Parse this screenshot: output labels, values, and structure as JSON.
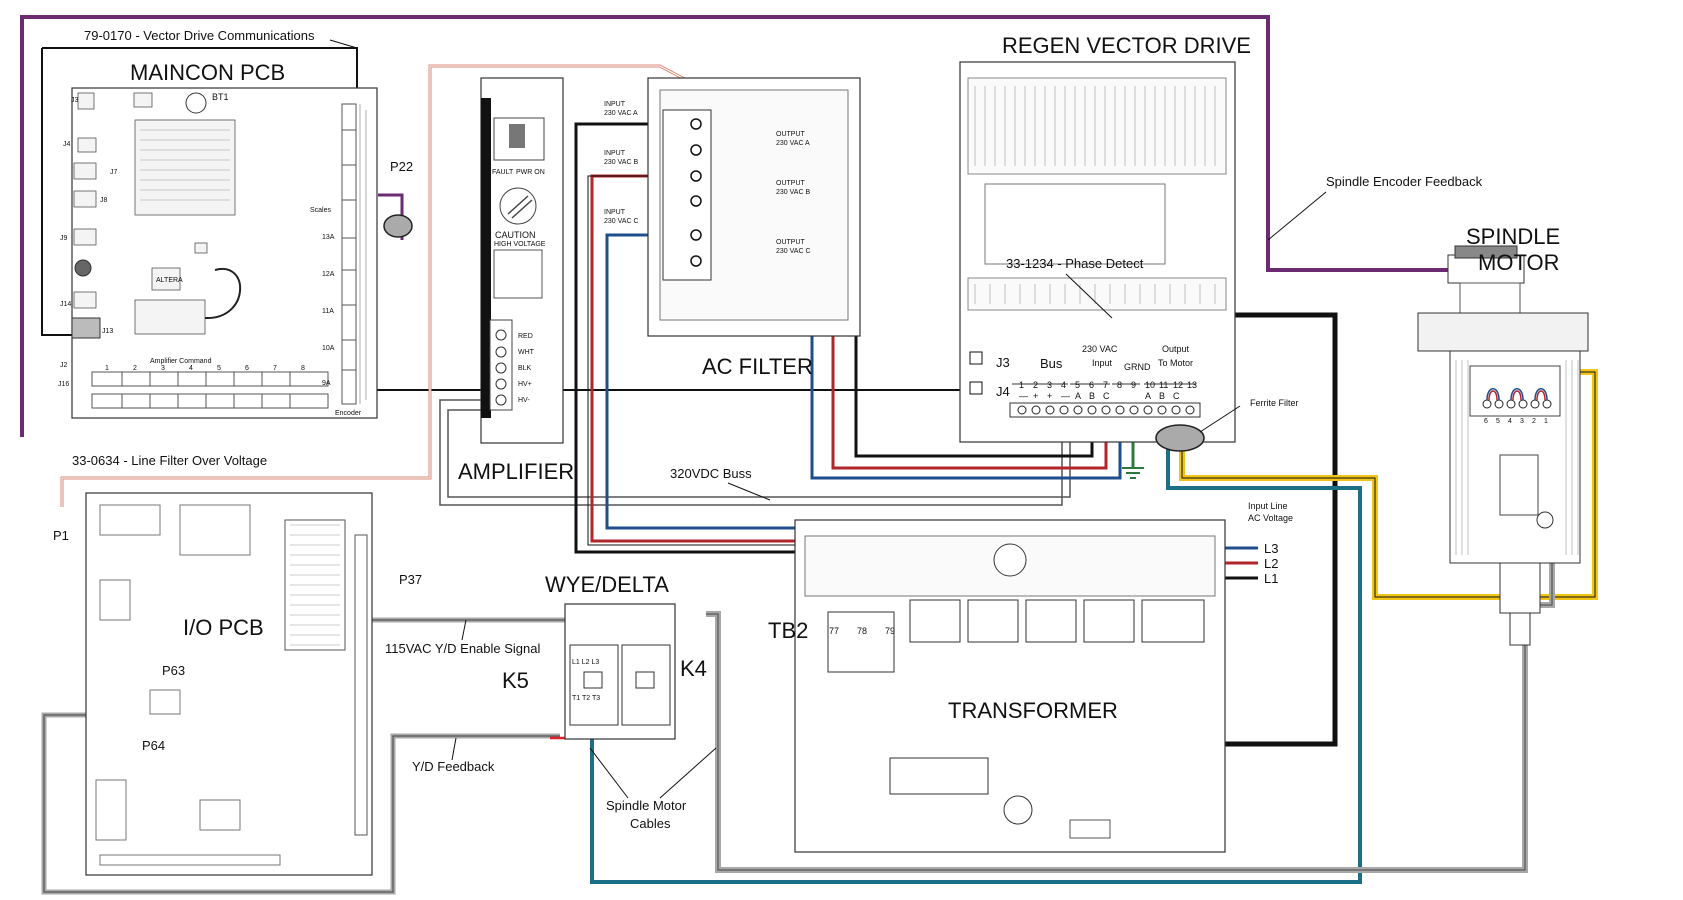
{
  "components": {
    "maincon": "MAINCON PCB",
    "amplifier": "AMPLIFIER",
    "ac_filter": "AC FILTER",
    "regen": "REGEN VECTOR DRIVE",
    "spindle_motor_1": "SPINDLE",
    "spindle_motor_2": "MOTOR",
    "io_pcb": "I/O PCB",
    "wye_delta": "WYE/DELTA",
    "transformer": "TRANSFORMER",
    "tb2": "TB2"
  },
  "cables": {
    "vector_comm": "79-0170 - Vector Drive Communications",
    "encoder_fb": "Spindle Encoder Feedback",
    "phase_detect": "33-1234 - Phase Detect",
    "line_filter": "33-0634 - Line Filter Over Voltage",
    "buss": "320VDC Buss",
    "yd_enable": "115VAC Y/D Enable Signal",
    "yd_feedback": "Y/D Feedback",
    "spindle_cables_1": "Spindle Motor",
    "spindle_cables_2": "Cables",
    "ferrite": "Ferrite Filter",
    "input_line_1": "Input Line",
    "input_line_2": "AC Voltage"
  },
  "connectors": {
    "p22": "P22",
    "p1": "P1",
    "p37": "P37",
    "p63": "P63",
    "p64": "P64",
    "j3": "J3",
    "j4": "J4",
    "k4": "K4",
    "k5": "K5",
    "l1": "L1",
    "l2": "L2",
    "l3": "L3"
  },
  "ac_filter_labels": {
    "in_a_1": "INPUT",
    "in_a_2": "230 VAC A",
    "in_b_1": "INPUT",
    "in_b_2": "230 VAC B",
    "in_c_1": "INPUT",
    "in_c_2": "230 VAC C",
    "out_a_1": "OUTPUT",
    "out_a_2": "230 VAC A",
    "out_b_1": "OUTPUT",
    "out_b_2": "230 VAC B",
    "out_c_1": "OUTPUT",
    "out_c_2": "230 VAC C"
  },
  "regen_terminals": {
    "bus": "Bus",
    "input_1": "230 VAC",
    "input_2": "Input",
    "grnd": "GRND",
    "output_1": "Output",
    "output_2": "To Motor",
    "numbers": [
      "1",
      "2",
      "3",
      "4",
      "5",
      "6",
      "7",
      "8",
      "9",
      "10",
      "11",
      "12",
      "13"
    ],
    "marks": [
      "—",
      "+",
      "+",
      "—",
      "A",
      "B",
      "C",
      "",
      "",
      "A",
      "B",
      "C",
      ""
    ]
  },
  "maincon_labels": {
    "bt1": "BT1",
    "j3": "J3",
    "j4": "J4",
    "j7": "J7",
    "j8": "J8",
    "j9": "J9",
    "j14": "J14",
    "j13": "J13",
    "j2": "J2",
    "j16": "J16",
    "altera": "ALTERA",
    "scales": "Scales",
    "amp_cmd": "Amplifier Command",
    "encoder": "Encoder",
    "ch": [
      "13A",
      "12A",
      "11A",
      "10A",
      "9A"
    ],
    "amp_nums": [
      "1",
      "2",
      "3",
      "4",
      "5",
      "6",
      "7",
      "8"
    ]
  },
  "amp_labels": {
    "fault": "FAULT",
    "pwr_on": "PWR ON",
    "caution": "CAUTION",
    "high_v": "HIGH VOLTAGE",
    "terms": [
      "RED",
      "WHT",
      "BLK",
      "HV+",
      "HV-"
    ]
  },
  "tb2_terms": [
    "77",
    "78",
    "79"
  ],
  "contactor_labels": {
    "top": "L1 L2 L3",
    "bottom": "T1 T2 T3"
  },
  "motor_terms": [
    "6",
    "5",
    "4",
    "3",
    "2",
    "1"
  ],
  "wire_colors": {
    "purple": "#6b2a72",
    "black": "#111111",
    "red": "#b1262b",
    "blue": "#1f4e8c",
    "teal": "#1b6f86",
    "yellow": "#f0c419",
    "gray": "#a8a8a8",
    "salmon": "#d88a7a",
    "green": "#2c7a3b"
  }
}
